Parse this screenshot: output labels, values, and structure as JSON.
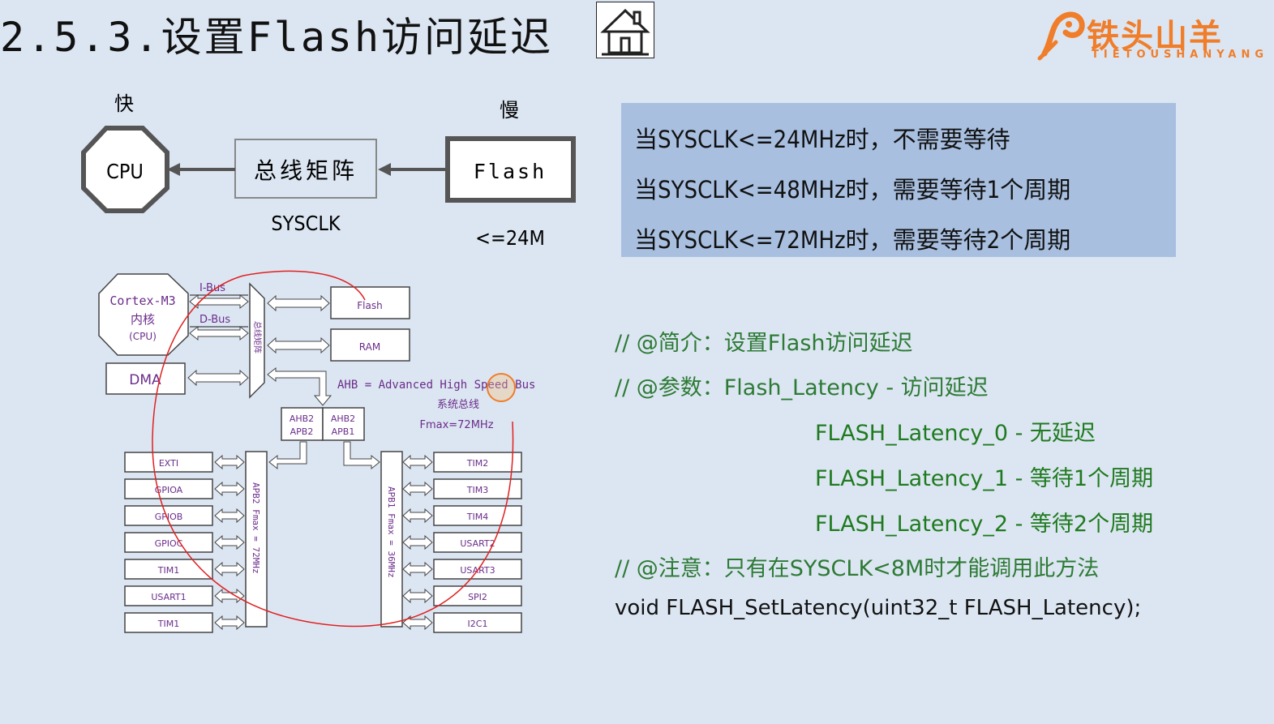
{
  "header": {
    "title": "2.5.3.设置Flash访问延迟",
    "home_icon": "home-icon",
    "logo_text": "铁头山羊",
    "logo_subtext": "TIETOUSHANYANG",
    "logo_color": "#f07d2a"
  },
  "top_diagram": {
    "fast_label": "快",
    "slow_label": "慢",
    "cpu_label": "CPU",
    "bus_matrix_label": "总线矩阵",
    "flash_label": "Flash",
    "sysclk_label": "SYSCLK",
    "flash_freq_label": "<=24M"
  },
  "info_box": {
    "lines": [
      "当SYSCLK<=24MHz时，不需要等待",
      "当SYSCLK<=48MHz时，需要等待1个周期",
      "当SYSCLK<=72MHz时，需要等待2个周期"
    ],
    "background": "#a8bfe0"
  },
  "bus_diagram": {
    "core_lines": [
      "Cortex-M3",
      "内核",
      "(CPU)"
    ],
    "ibus": "I-Bus",
    "dbus": "D-Bus",
    "bus_matrix_vertical": "总线矩阵",
    "dma": "DMA",
    "flash": "Flash",
    "ram": "RAM",
    "ahb_label": "AHB = Advanced High Speed Bus",
    "ahb_cn": "系统总线",
    "ahb_fmax": "Fmax=72MHz",
    "bridge2": [
      "AHB2",
      "APB2"
    ],
    "bridge1": [
      "AHB2",
      "APB1"
    ],
    "apb2_bus": "APB2 Fmax = 72MHz",
    "apb1_bus": "APB1 Fmax = 36MHz",
    "apb2_peripherals": [
      "EXTI",
      "GPIOA",
      "GPIOB",
      "GPIOC",
      "TIM1",
      "USART1",
      "TIM1"
    ],
    "apb1_peripherals": [
      "TIM2",
      "TIM3",
      "TIM4",
      "USART2",
      "USART3",
      "SPI2",
      "I2C1"
    ],
    "label_color": "#6a2c8a",
    "annotation_color": "#e02020"
  },
  "code": {
    "brief": "// @简介：设置Flash访问延迟",
    "param": "// @参数：Flash_Latency - 访问延迟",
    "opt0": "FLASH_Latency_0 - 无延迟",
    "opt1": "FLASH_Latency_1 - 等待1个周期",
    "opt2": "FLASH_Latency_2 - 等待2个周期",
    "note": "// @注意：只有在SYSCLK<8M时才能调用此方法",
    "signature": "void FLASH_SetLatency(uint32_t FLASH_Latency);",
    "comment_color": "#2d7a35"
  }
}
